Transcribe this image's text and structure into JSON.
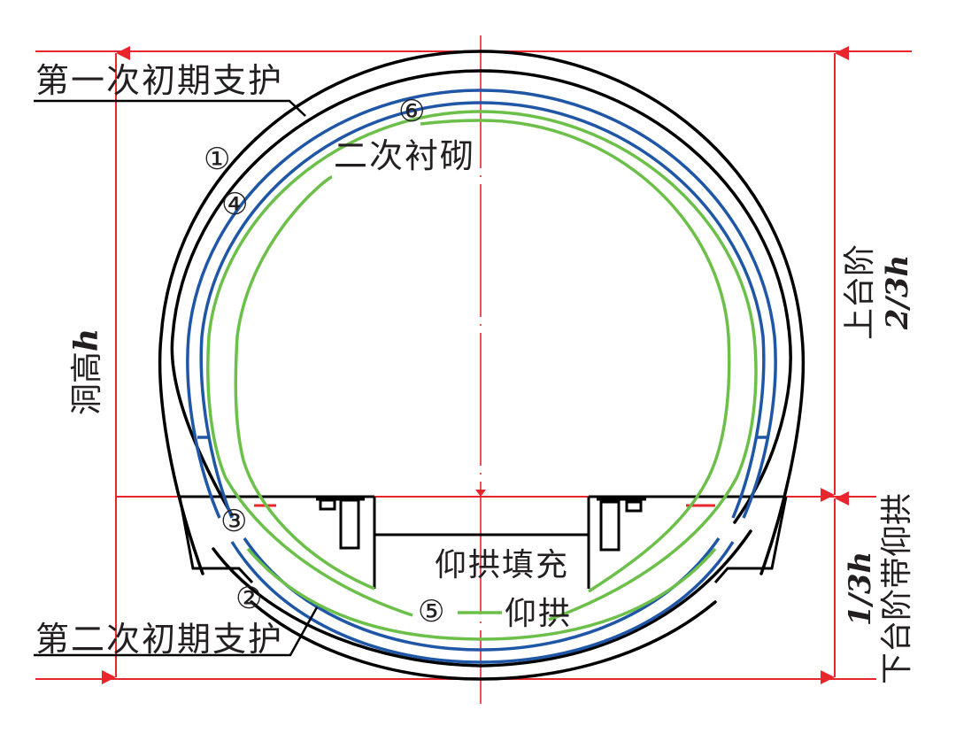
{
  "figure": {
    "type": "tunnel-cross-section",
    "colors": {
      "dimension": "#e8262b",
      "primary_support": "#000000",
      "steel_arch": "#1f56a6",
      "secondary_lining": "#6cc04a",
      "text": "#231f20"
    }
  },
  "labels": {
    "first_support": "第一次初期支护",
    "second_support": "第二次初期支护",
    "secondary_lining": "二次衬砌",
    "invert_fill": "仰拱填充",
    "invert": "仰拱"
  },
  "markers": {
    "m1": "①",
    "m2": "②",
    "m3": "③",
    "m4": "④",
    "m5": "⑤",
    "m6": "⑥"
  },
  "dimensions": {
    "height": {
      "text": "洞高",
      "var": "h"
    },
    "upper_bench": {
      "text": "上台阶",
      "value": "2/3h"
    },
    "lower_bench": {
      "text": "下台阶带仰拱",
      "value": "1/3h"
    }
  }
}
